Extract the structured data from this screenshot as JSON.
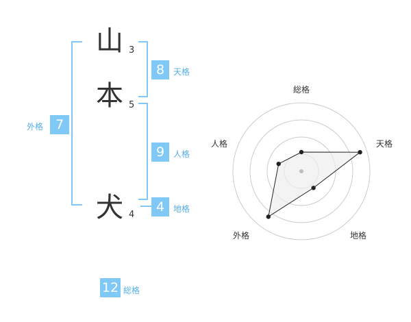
{
  "name": {
    "chars": [
      {
        "char": "山",
        "strokes": "3"
      },
      {
        "char": "本",
        "strokes": "5"
      },
      {
        "char": "犬",
        "strokes": "4"
      }
    ]
  },
  "fortune": {
    "tenkaku": {
      "value": "8",
      "label": "天格"
    },
    "jinkaku": {
      "value": "9",
      "label": "人格"
    },
    "chikaku": {
      "value": "4",
      "label": "地格"
    },
    "gaikaku": {
      "value": "7",
      "label": "外格"
    },
    "soukaku": {
      "value": "12",
      "label": "総格"
    }
  },
  "colors": {
    "accent": "#80c8f5",
    "accent_text": "#55aee8",
    "ring": "#cccccc",
    "polygon_fill": "#eeeeee"
  },
  "chart_data": {
    "type": "radar",
    "axes": [
      "総格",
      "天格",
      "地格",
      "外格",
      "人格"
    ],
    "values": [
      0.28,
      0.9,
      0.3,
      0.82,
      0.35
    ],
    "rings": 4
  }
}
